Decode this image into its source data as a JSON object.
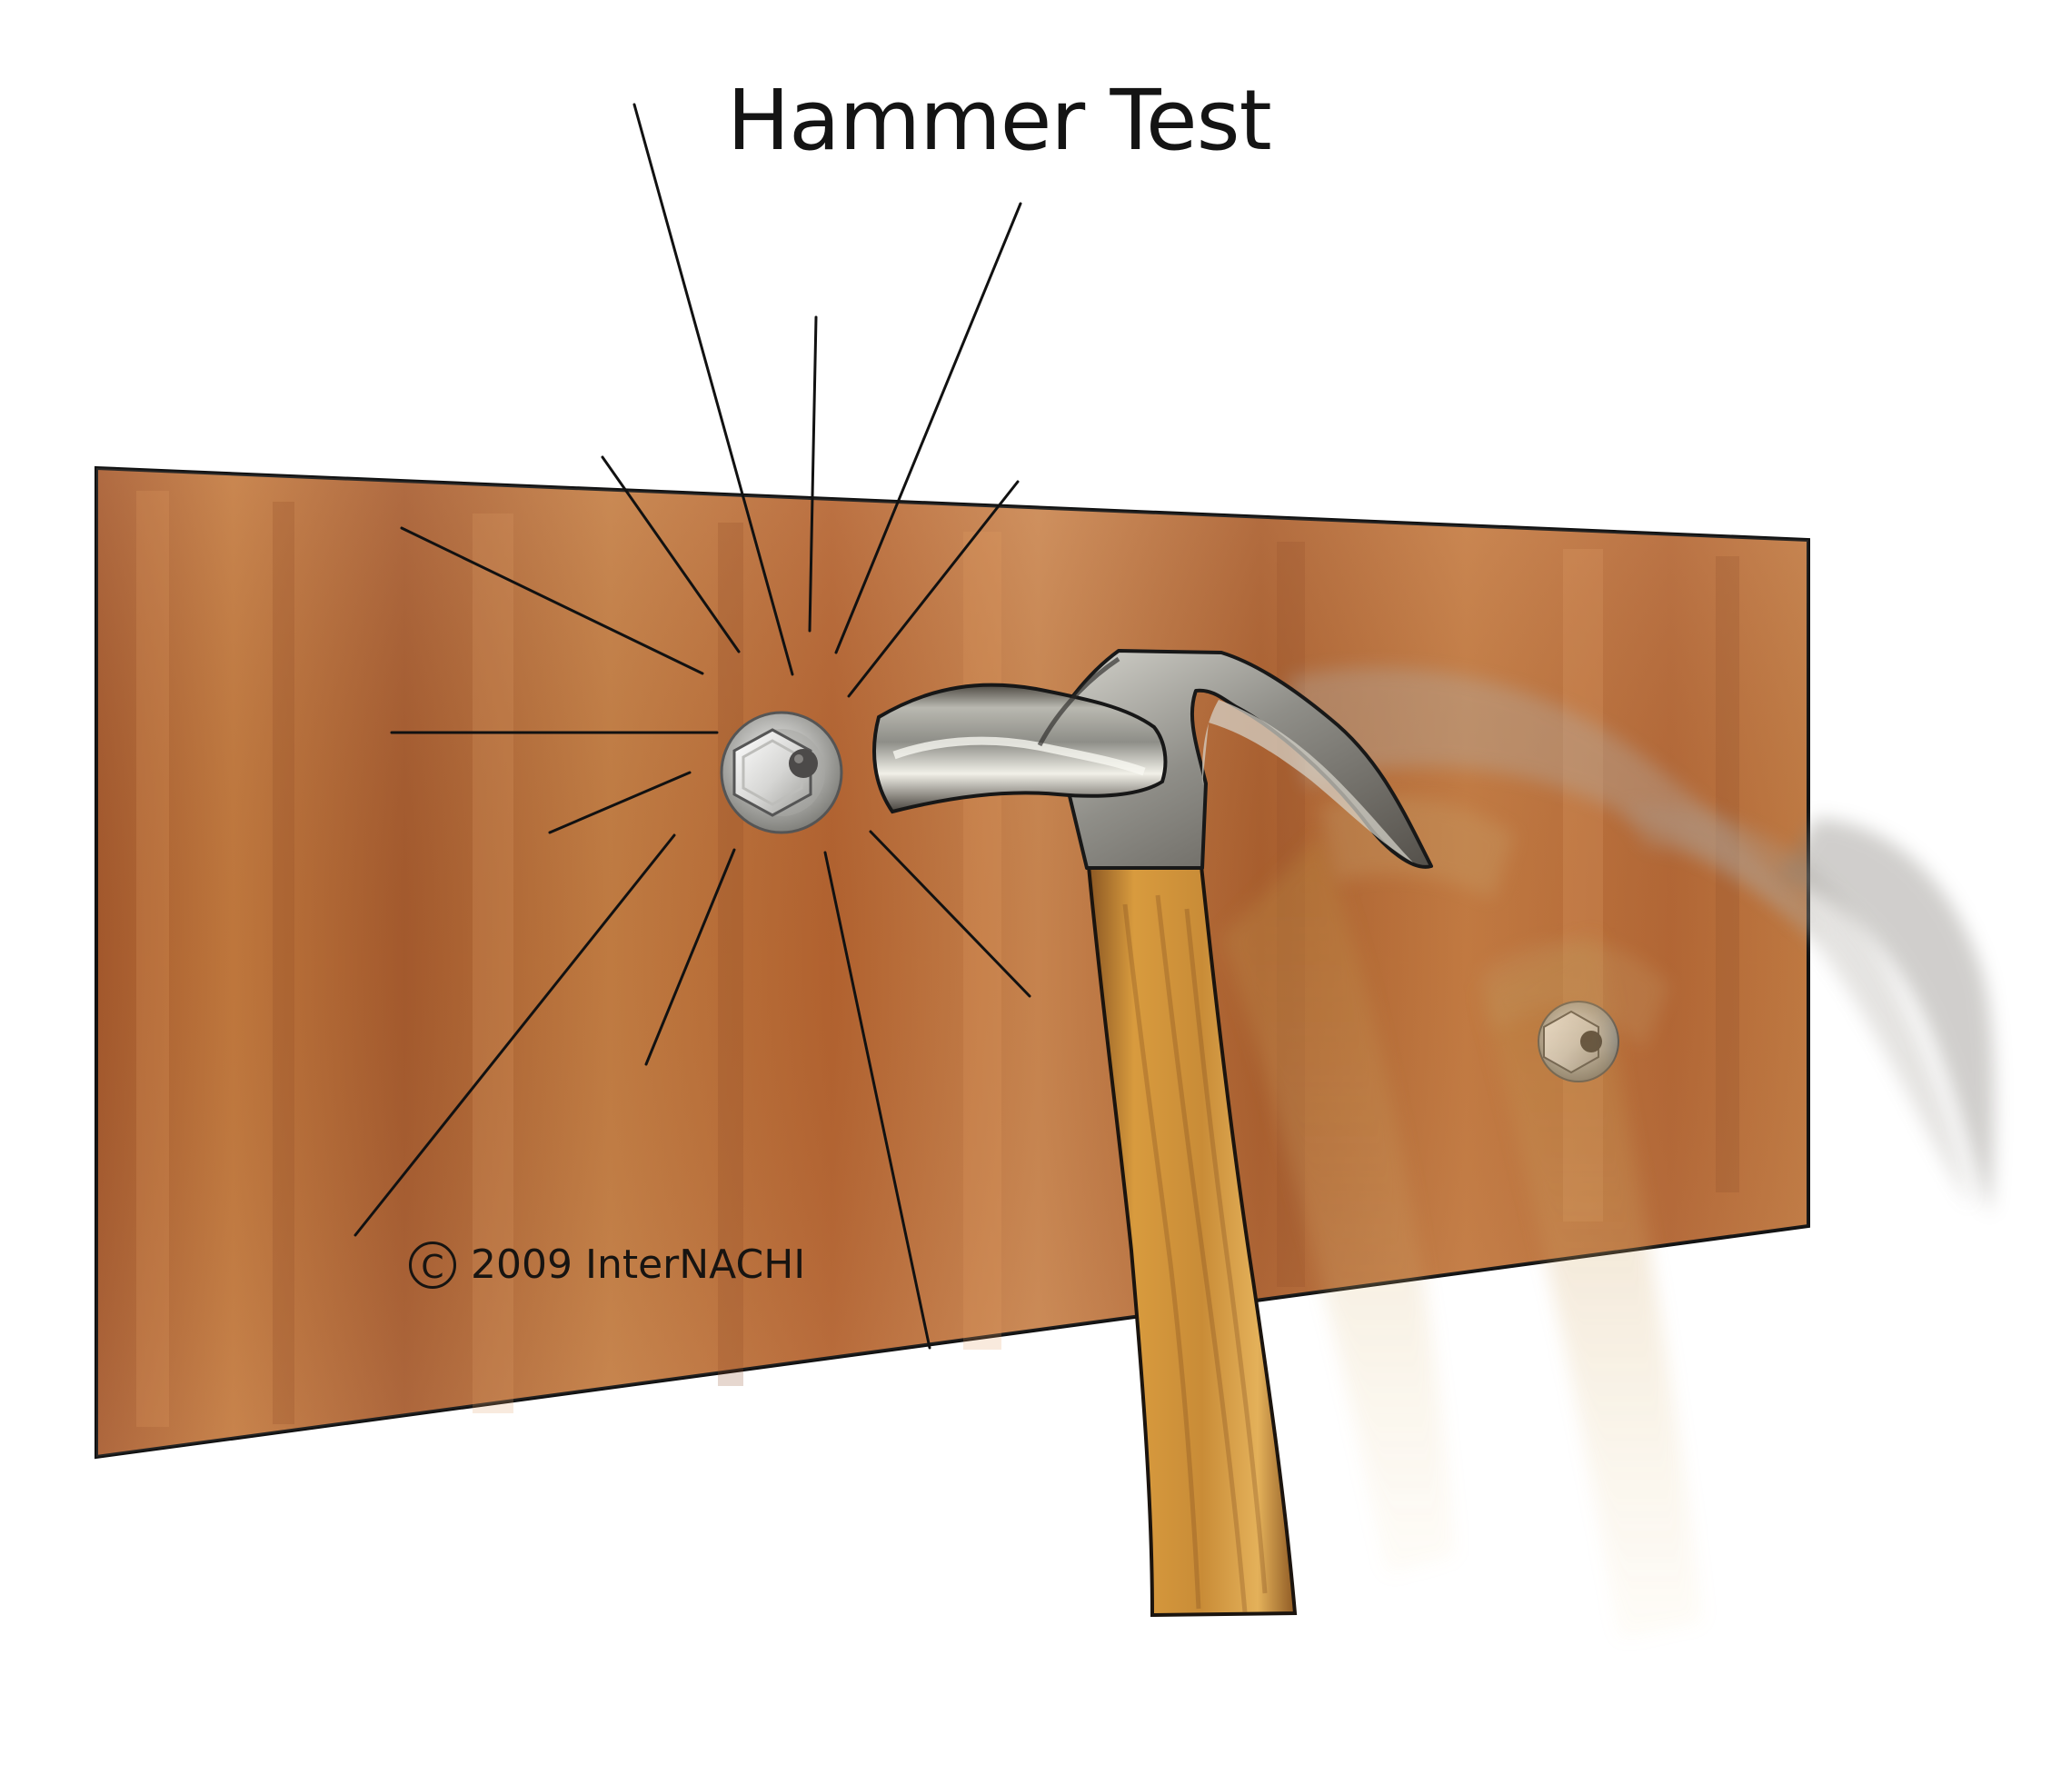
{
  "title": "Hammer Test",
  "copyright": {
    "symbol": "C",
    "text": "2009  InterNACHI"
  },
  "colors": {
    "wood": "#B76532",
    "wood_light": "#C98247",
    "outline": "#111111",
    "metal": "#8E8E89",
    "handle": "#D39A3B",
    "background": "#FFFFFF"
  },
  "icons": {
    "fastener": "bolt-nut-washer-icon",
    "tool": "claw-hammer-icon"
  }
}
